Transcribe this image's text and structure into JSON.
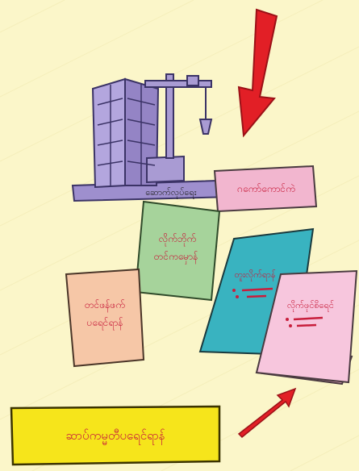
{
  "labels": {
    "building_sign": "ဆောက်လုပ်ရေး",
    "pink_card": "ဂကော်ကောင်ကဲ",
    "green_card_line1": "လိုက်ဘိုက်",
    "green_card_line2": "တင်ကမှောန်",
    "blue_card": "တူးလိုက်ရာန်",
    "peach_card_line1": "တင်ဖန်ဖက်",
    "peach_card_line2": "ပရေင်ရာန်",
    "pink_book": "လိုက်ဖုင်စိရေင်",
    "bottom_banner": "ဆာပ်ကမ္မတီပရေင်ရာန်"
  },
  "colors": {
    "background": "#fbf6c9",
    "building": "#a99bd3",
    "pink_card": "#f2b6cf",
    "green_card": "#a6d39b",
    "blue_card": "#39b3c0",
    "peach_card": "#f6c7a7",
    "pink_book": "#f7c6dd",
    "banner": "#f6e51b",
    "arrow": "#e21f26",
    "text_red": "#c81e3c"
  }
}
